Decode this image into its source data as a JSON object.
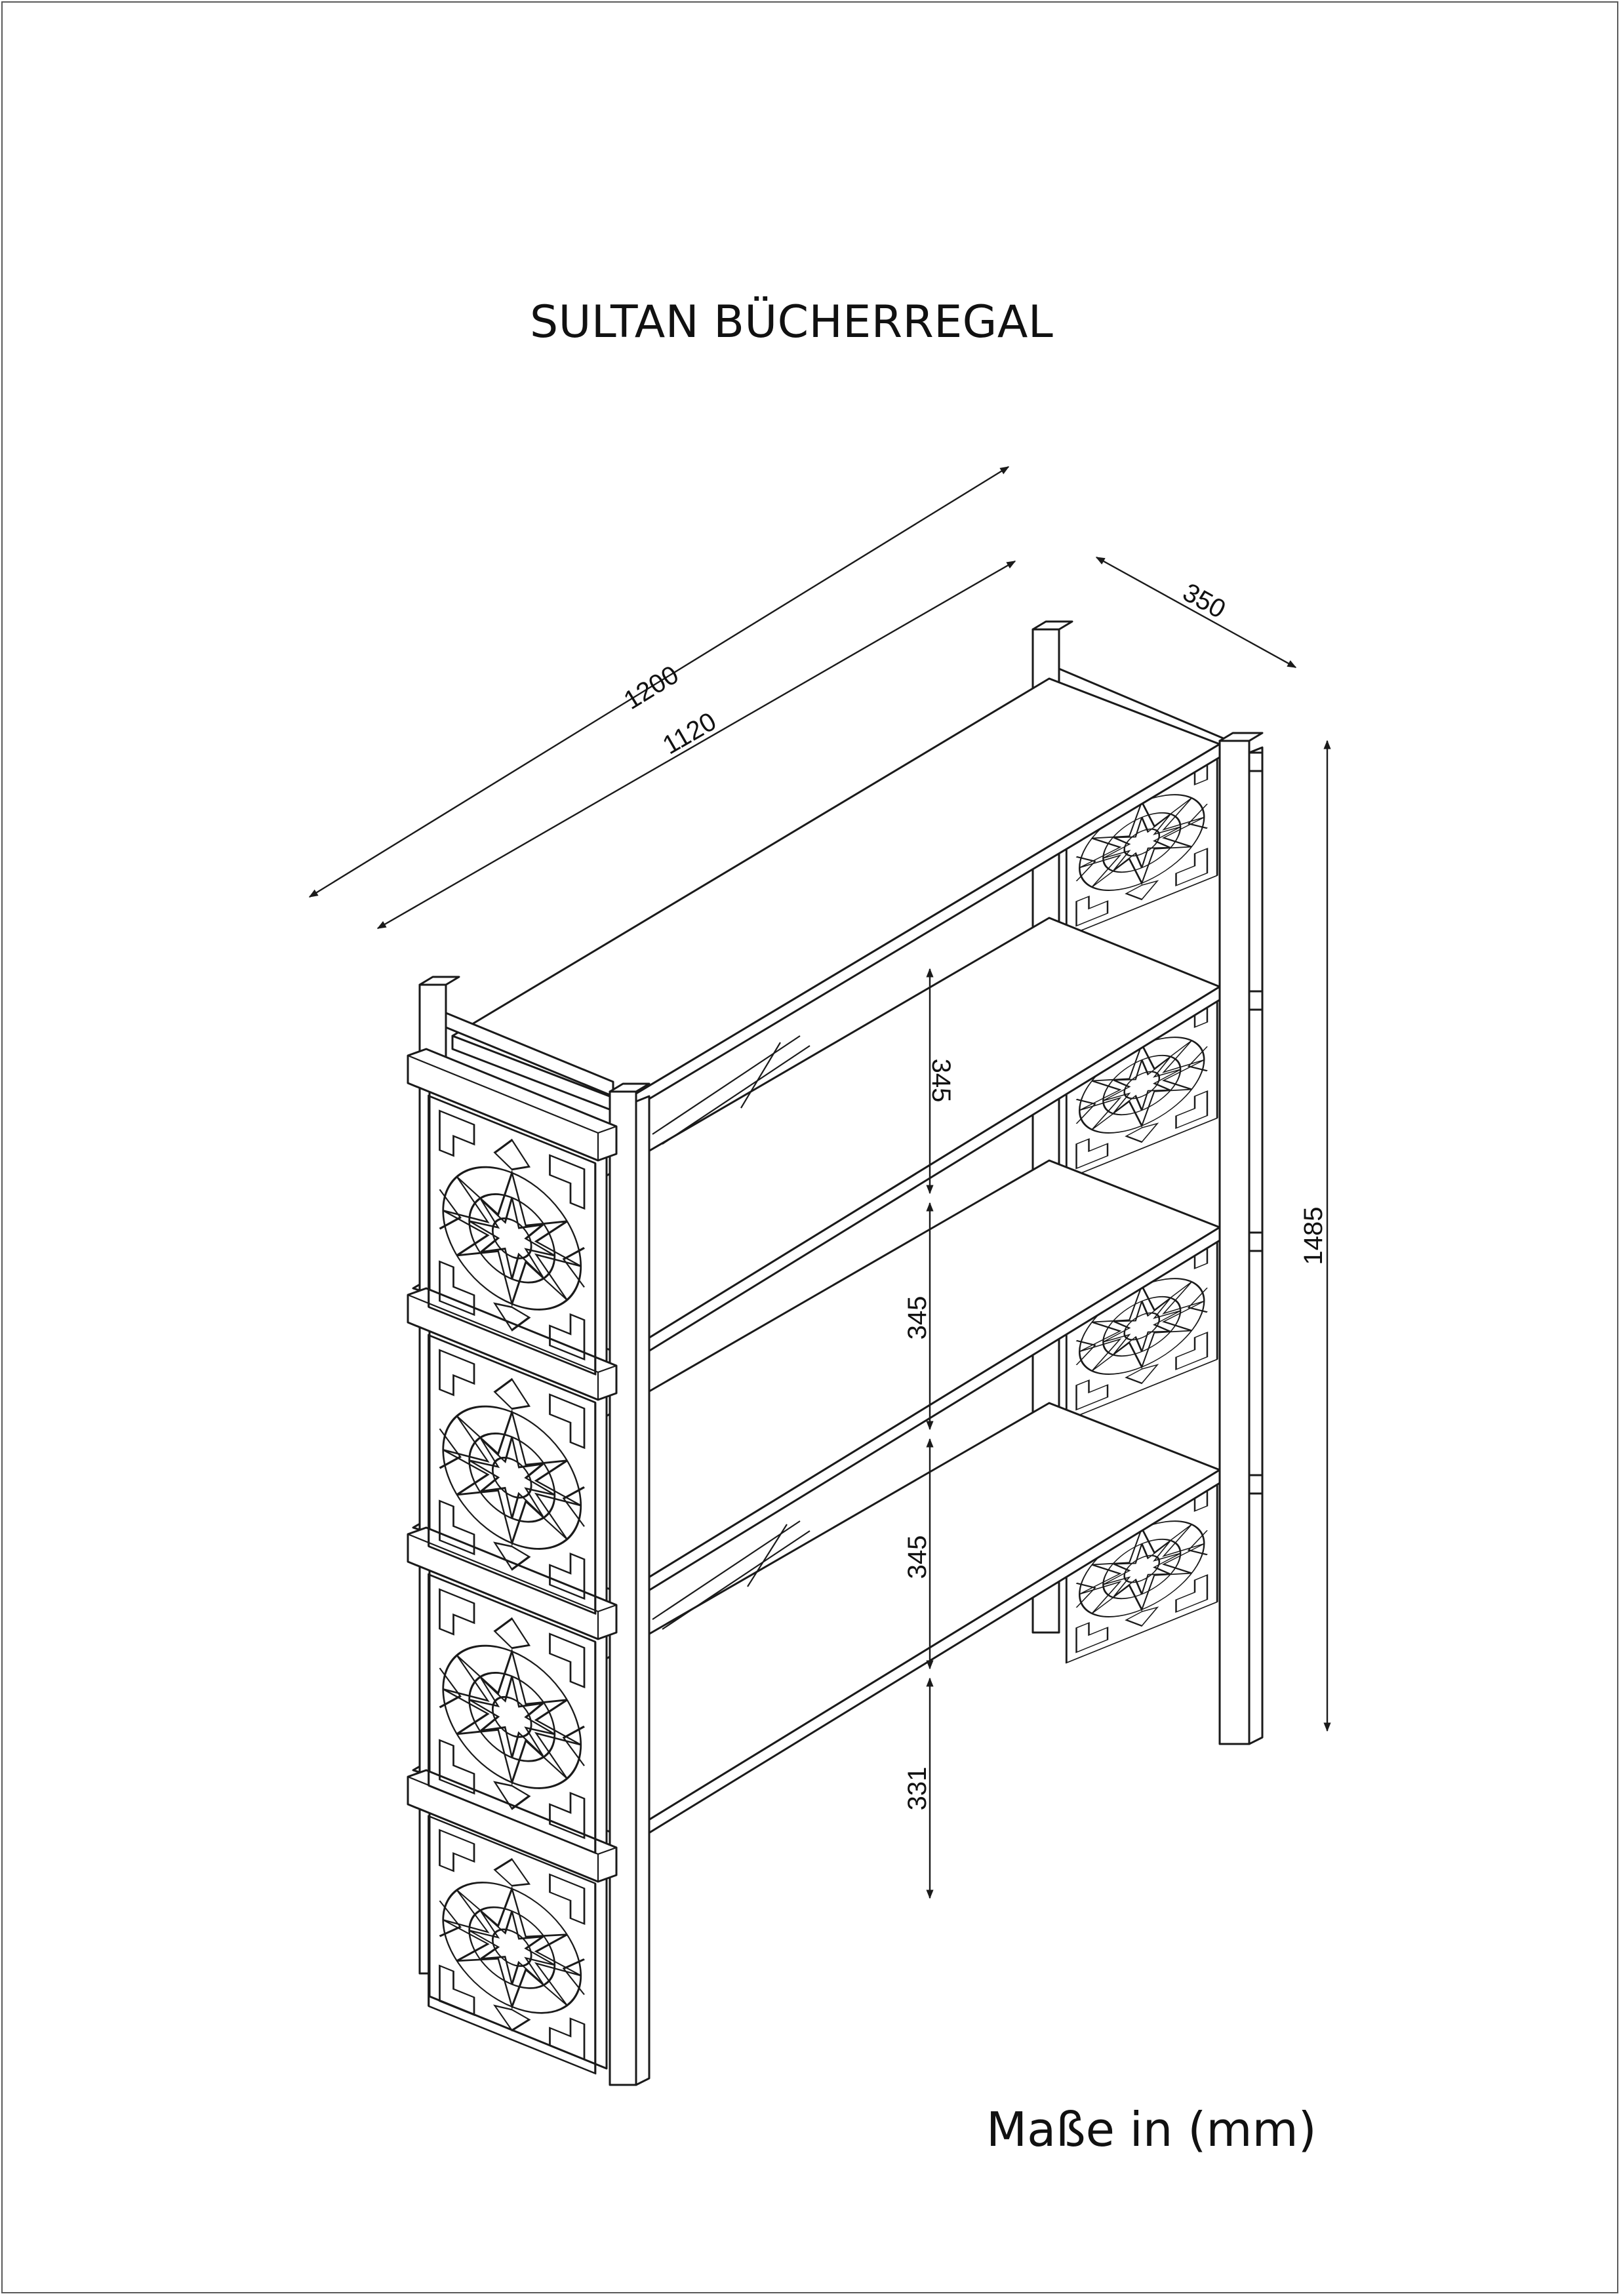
{
  "title": "SULTAN BÜCHERREGAL",
  "units_note": "Maße in (mm)",
  "dimensions": {
    "overall_width": "1200",
    "inner_width": "1120",
    "depth": "350",
    "height": "1485",
    "shelf_gap_1": "345",
    "shelf_gap_2": "345",
    "shelf_gap_3": "345",
    "bottom_gap": "331"
  }
}
